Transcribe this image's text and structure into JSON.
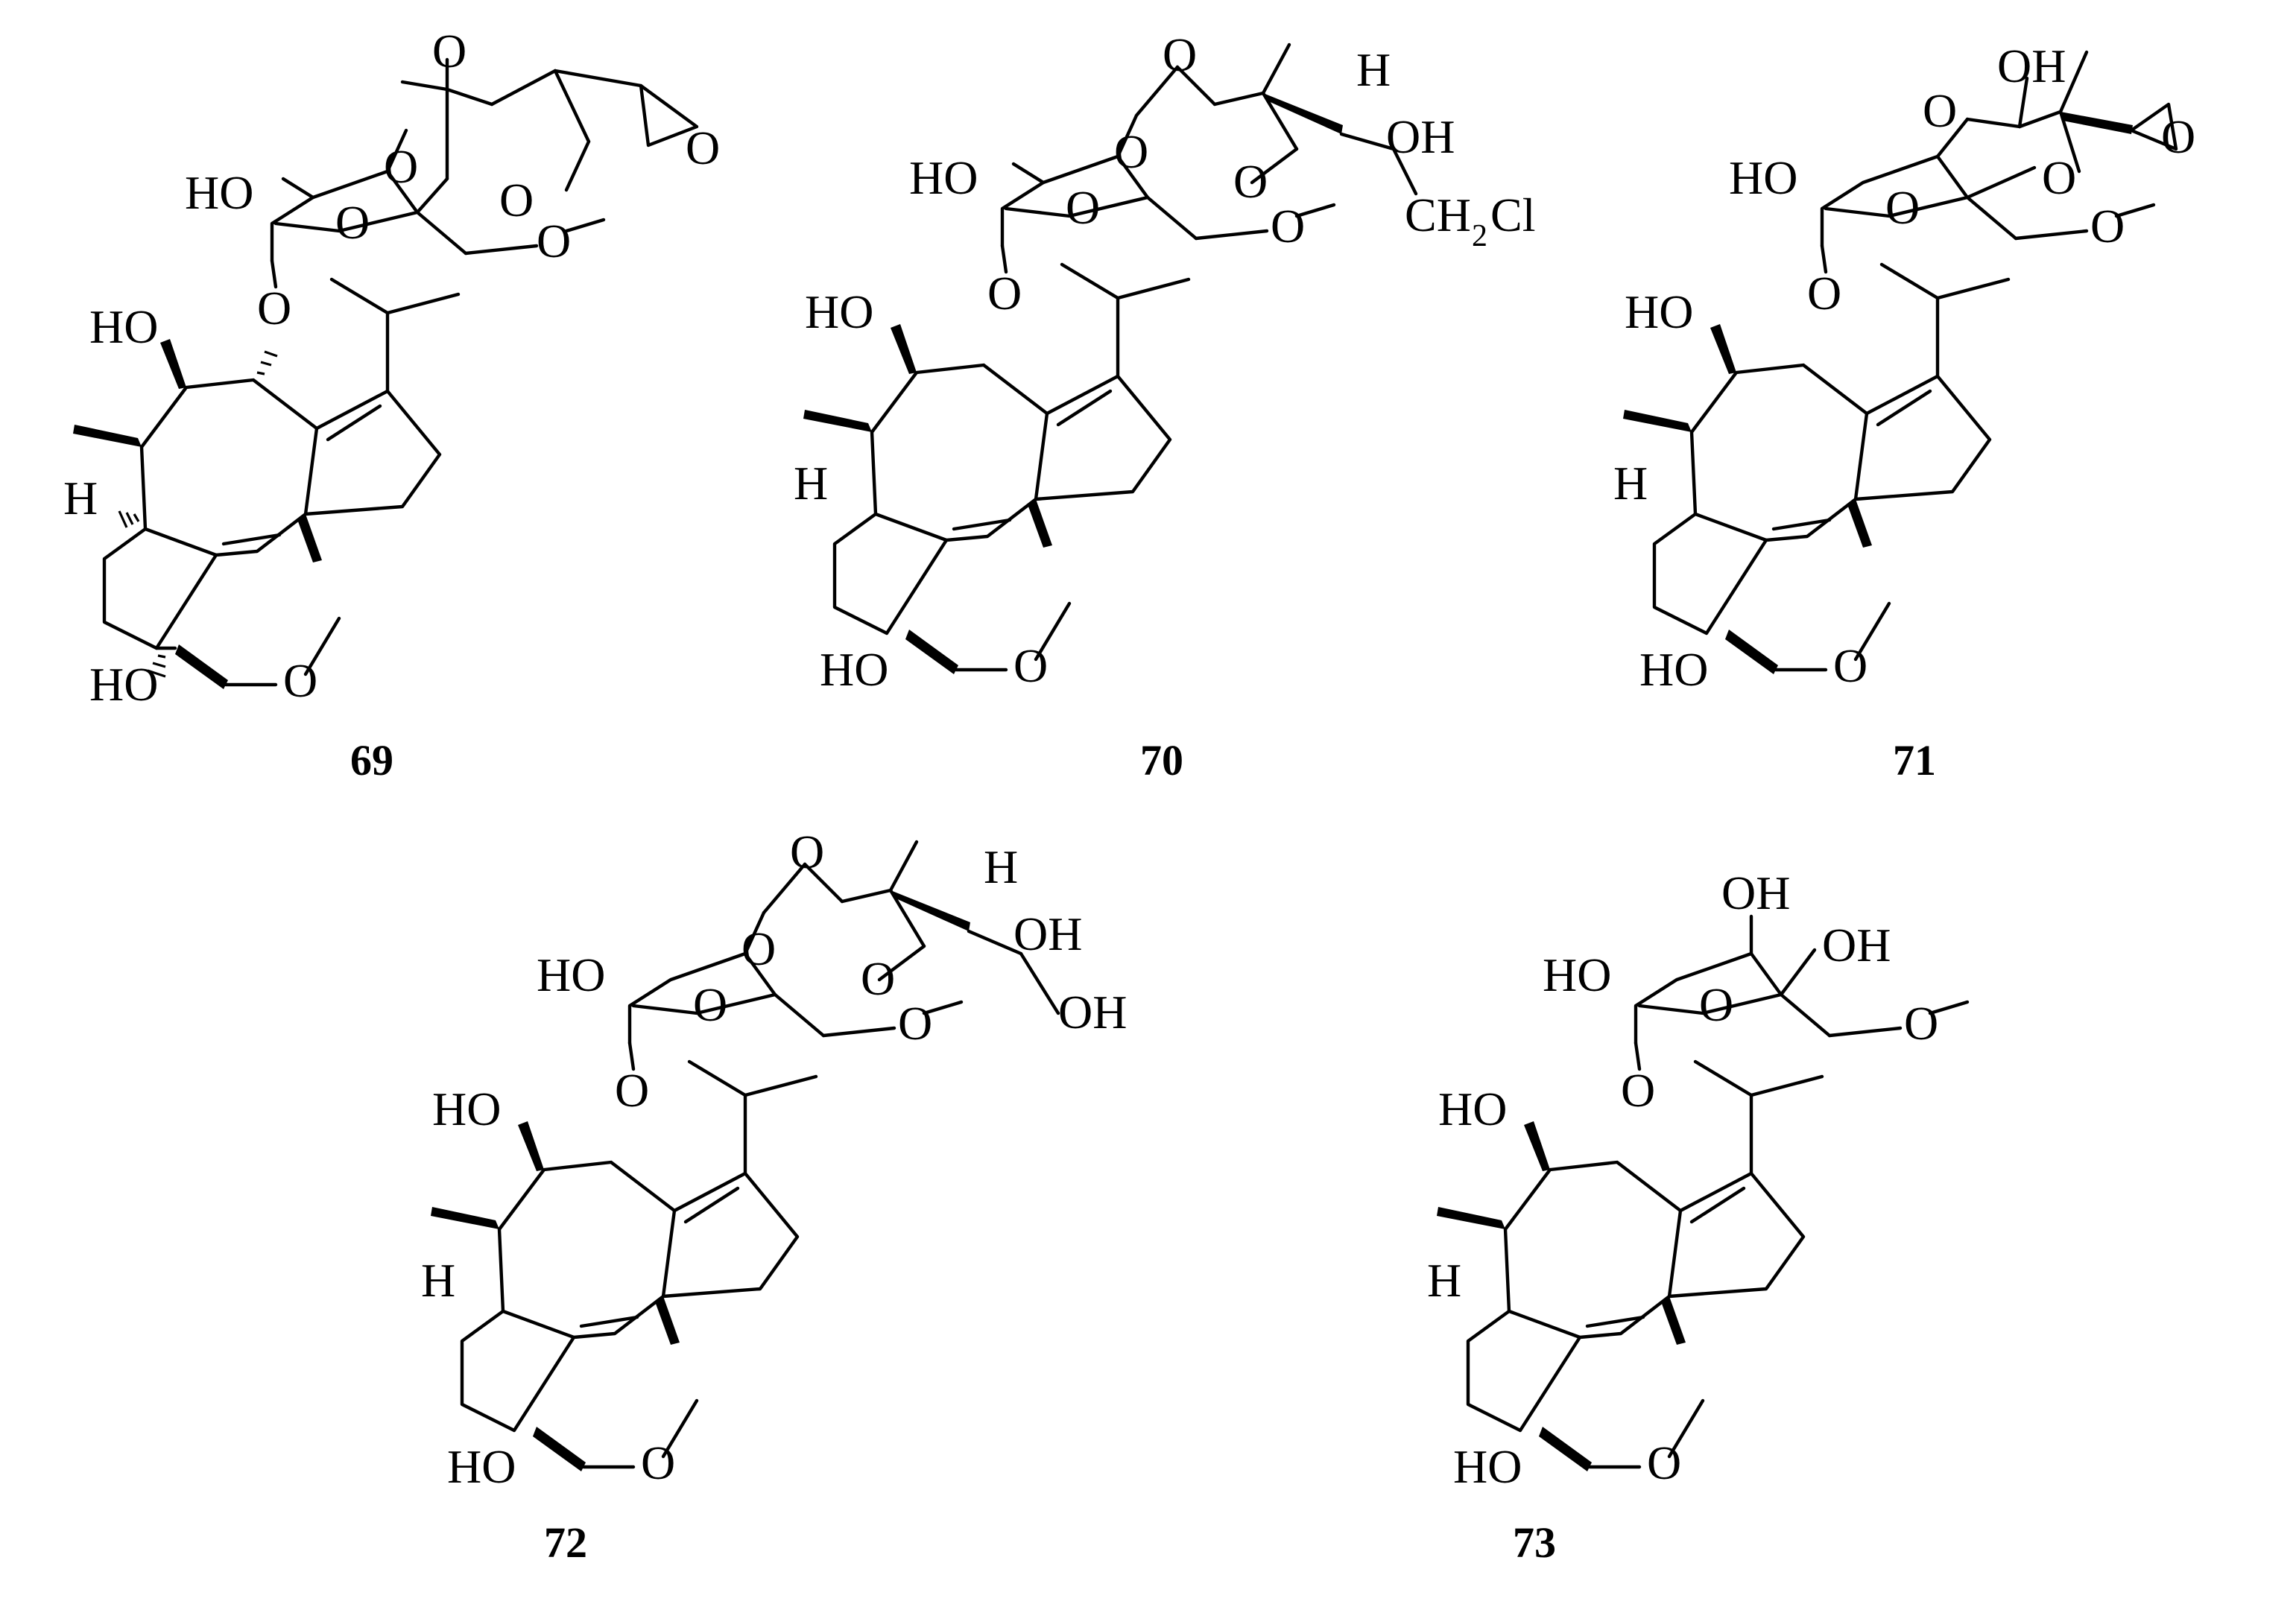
{
  "labels": {
    "hydroxyl": "HO",
    "hydroxyl_right": "OH",
    "oxygen": "O",
    "hydrogen": "H",
    "chloromethyl_ch": "CH",
    "chloromethyl_sub": "2",
    "chloromethyl_cl": "Cl"
  },
  "compounds": [
    {
      "id": "69"
    },
    {
      "id": "70"
    },
    {
      "id": "71"
    },
    {
      "id": "72"
    },
    {
      "id": "73"
    }
  ]
}
